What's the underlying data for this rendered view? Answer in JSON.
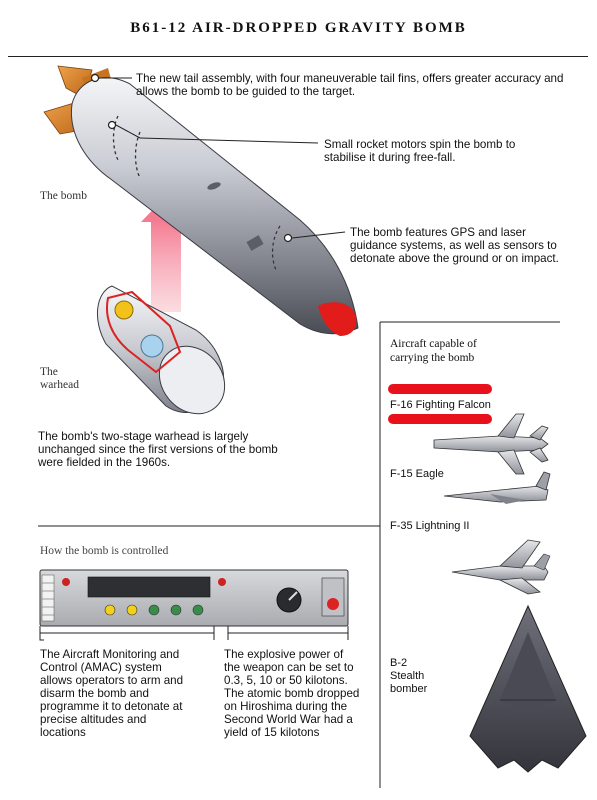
{
  "title": "B61-12 AIR-DROPPED GRAVITY BOMB",
  "labels": {
    "bomb": "The bomb",
    "warhead_line1": "The",
    "warhead_line2": "warhead"
  },
  "callouts": {
    "tail": "The new tail assembly, with four maneuverable tail fins, offers greater accuracy and allows the bomb to be guided to the target.",
    "rocket": "Small rocket motors spin the bomb to stabilise it during free-fall.",
    "gps": "The bomb features GPS and laser guidance systems, as well as sensors to detonate above the ground or on impact."
  },
  "warhead_note": "The bomb's two-stage warhead is largely unchanged since the first versions of the bomb were fielded in the 1960s.",
  "control": {
    "heading": "How the bomb is controlled",
    "amac": "The Aircraft Monitoring and Control (AMAC) system allows operators to arm and disarm the bomb and programme it to detonate at precise altitudes and locations",
    "yield": "The explosive power of the weapon can be set to 0.3, 5, 10 or 50 kilotons. The atomic bomb dropped on Hiroshima during the Second World War had a yield of 15 kilotons"
  },
  "aircraft_panel": {
    "heading": "Aircraft capable of carrying the bomb",
    "aircraft": [
      "F-16 Fighting Falcon",
      "F-15 Eagle",
      "F-35 Lightning II",
      "B-2 Stealth bomber"
    ]
  },
  "colors": {
    "highlight_red": "#e8101a",
    "arrow_pink": "#f7a7b5",
    "bomb_tip": "#e21b1b",
    "tail_orange": "#d9832b"
  }
}
